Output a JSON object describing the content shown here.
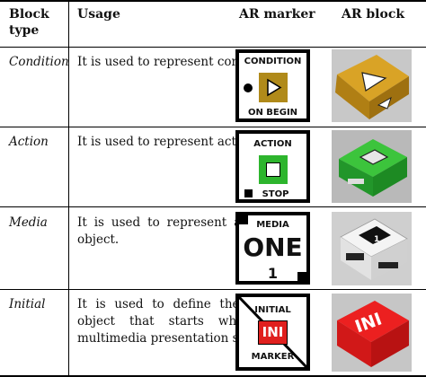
{
  "table": {
    "headers": {
      "block_type": "Block type",
      "usage": "Usage",
      "ar_marker": "AR marker",
      "ar_block": "AR block"
    },
    "rows": [
      {
        "block_type": "Condition",
        "usage": "It is used to represent conditions.",
        "marker": {
          "top": "CONDITION",
          "bottom": "ON BEGIN",
          "center_color": "#b08a1a"
        },
        "block_color": "#c8961e"
      },
      {
        "block_type": "Action",
        "usage": "It is used to represent actions.",
        "marker": {
          "top": "ACTION",
          "bottom": "STOP",
          "center_color": "#2db52d"
        },
        "block_color": "#2fae2f"
      },
      {
        "block_type": "Media",
        "usage": "It is used to represent a media object.",
        "marker": {
          "top": "MEDIA",
          "center": "ONE",
          "bottom": "1"
        },
        "block_color": "#ffffff"
      },
      {
        "block_type": "Initial",
        "usage": "It is used to define the media object that starts when the multimedia presentation starts.",
        "marker": {
          "top": "INITIAL",
          "center": "INI",
          "bottom": "MARKER",
          "center_color": "#e0201e"
        },
        "block_color": "#e21d1d",
        "block_text": "INI"
      }
    ]
  }
}
